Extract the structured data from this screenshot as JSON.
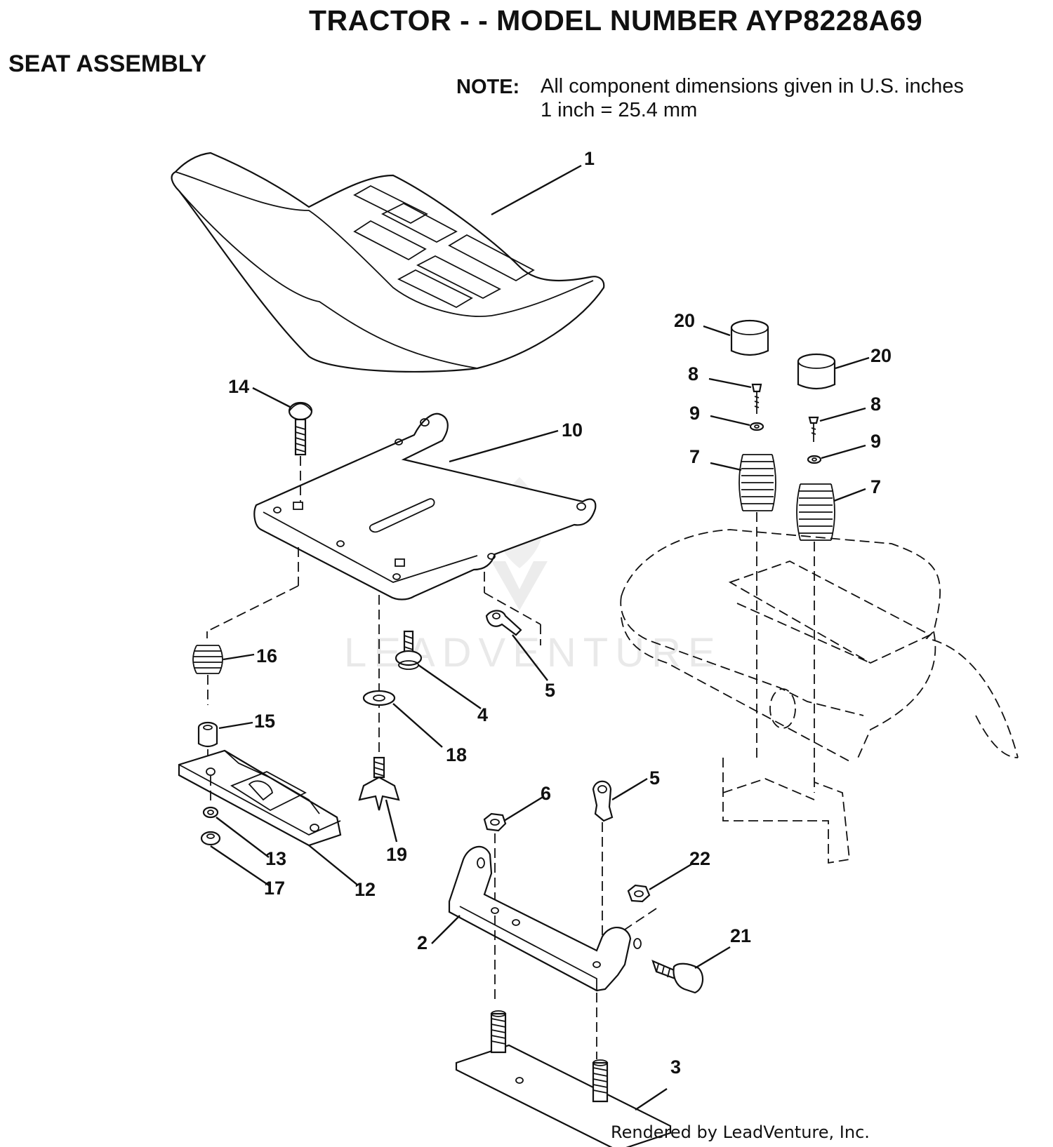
{
  "header": {
    "title": "TRACTOR - - MODEL NUMBER AYP8228A69",
    "section": "SEAT ASSEMBLY"
  },
  "note": {
    "label": "NOTE:",
    "line1": "All component dimensions given in U.S. inches",
    "line2": "1 inch = 25.4 mm"
  },
  "watermark": "LEADVENTURE",
  "footer": "Rendered by LeadVenture, Inc.",
  "callouts": {
    "c1": "1",
    "c14": "14",
    "c10": "10",
    "c20a": "20",
    "c20b": "20",
    "c8a": "8",
    "c8b": "8",
    "c9a": "9",
    "c9b": "9",
    "c7a": "7",
    "c7b": "7",
    "c16": "16",
    "c15": "15",
    "c4": "4",
    "c5a": "5",
    "c5b": "5",
    "c18": "18",
    "c19": "19",
    "c13": "13",
    "c17": "17",
    "c12": "12",
    "c6": "6",
    "c22": "22",
    "c2": "2",
    "c21": "21",
    "c3": "3"
  }
}
